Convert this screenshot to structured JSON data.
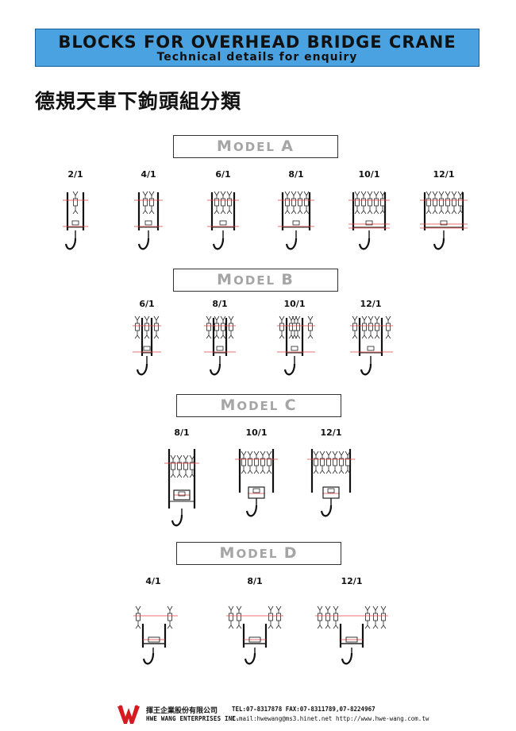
{
  "header": {
    "title": "BLOCKS FOR OVERHEAD BRIDGE CRANE",
    "subtitle": "Technical details for enquiry"
  },
  "cn_title": "德規天車下鉤頭組分類",
  "models": [
    {
      "label": "Model A",
      "ratios": [
        "2/1",
        "4/1",
        "6/1",
        "8/1",
        "10/1",
        "12/1"
      ]
    },
    {
      "label": "Model B",
      "ratios": [
        "6/1",
        "8/1",
        "10/1",
        "12/1"
      ]
    },
    {
      "label": "Model C",
      "ratios": [
        "8/1",
        "10/1",
        "12/1"
      ]
    },
    {
      "label": "Model D",
      "ratios": [
        "4/1",
        "8/1",
        "12/1"
      ]
    }
  ],
  "footer": {
    "company_cn": "揮王企業股份有限公司",
    "company_en": "HWE WANG ENTERPRISES INC.",
    "tel_fax": "TEL:07-8317878  FAX:07-8311789,07-8224967",
    "email_web": "E-mail:hwewang@ms3.hinet.net  http://www.hwe-wang.com.tw"
  },
  "colors": {
    "header_bg": "#4aa3e0",
    "model_text": "#a5a5a5",
    "red_line": "#e04040",
    "logo_red": "#d71920"
  }
}
